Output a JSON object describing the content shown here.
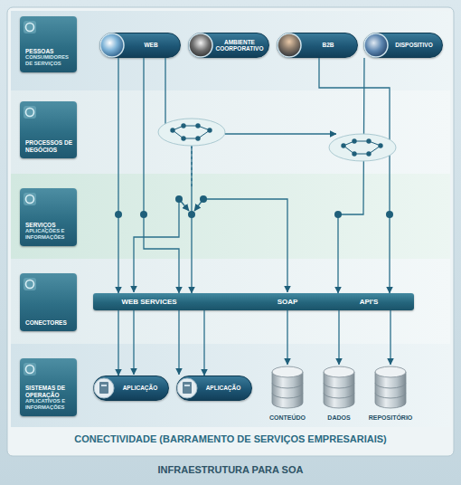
{
  "diagram": {
    "caption": "INFRAESTRUTURA PARA SOA",
    "nodes": [
      {
        "text": [
          "PESSOAS",
          "CONSUMIDORES DE SERVIÇOS"
        ]
      },
      {
        "text": [
          "WEB"
        ]
      },
      {
        "text": [
          "AMBIENTE COORPORATIVO"
        ]
      },
      {
        "text": [
          "B2B"
        ]
      },
      {
        "text": [
          "DISPOSITIVO"
        ]
      },
      {
        "text": [
          "PROCESSOS DE NEGÓCIOS"
        ]
      },
      {
        "text": [
          "SERVIÇOS",
          "APLICAÇÕES E INFORMAÇÕES"
        ]
      },
      {
        "text": [
          "CONECTORES"
        ]
      },
      {
        "text": [
          "WEB SERVICES",
          "SOAP",
          "API'S"
        ]
      },
      {
        "text": [
          "SISTEMAS DE OPERAÇÃO",
          "APLICATIVOS E INFORMAÇÕES"
        ]
      },
      {
        "text": [
          "APLICAÇÃO"
        ]
      },
      {
        "text": [
          "APLICAÇÃO"
        ]
      },
      {
        "text": [
          "CONTEÚDO"
        ]
      },
      {
        "text": [
          "DADOS"
        ]
      },
      {
        "text": [
          "REPOSITÓRIO"
        ]
      }
    ],
    "edges": [
      {
        "from": 1,
        "to": 8,
        "arrow": "to"
      },
      {
        "from": 1,
        "to": 8,
        "arrow": "to"
      },
      {
        "from": 1,
        "to": 8,
        "arrow": "to"
      },
      {
        "from": 3,
        "to": 8,
        "arrow": "to"
      },
      {
        "from": 4,
        "to": 8,
        "arrow": "to"
      },
      {
        "from": 8,
        "to": 10,
        "arrow": "to"
      },
      {
        "from": 8,
        "to": 11,
        "arrow": "to"
      },
      {
        "from": 8,
        "to": 12,
        "arrow": "to"
      },
      {
        "from": 8,
        "to": 13,
        "arrow": "to"
      },
      {
        "from": 8,
        "to": 14,
        "arrow": "to"
      }
    ],
    "labels": [
      "CONECTIVIDADE (BARRAMENTO DE SERVIÇOS EMPRESARIAIS)"
    ]
  }
}
